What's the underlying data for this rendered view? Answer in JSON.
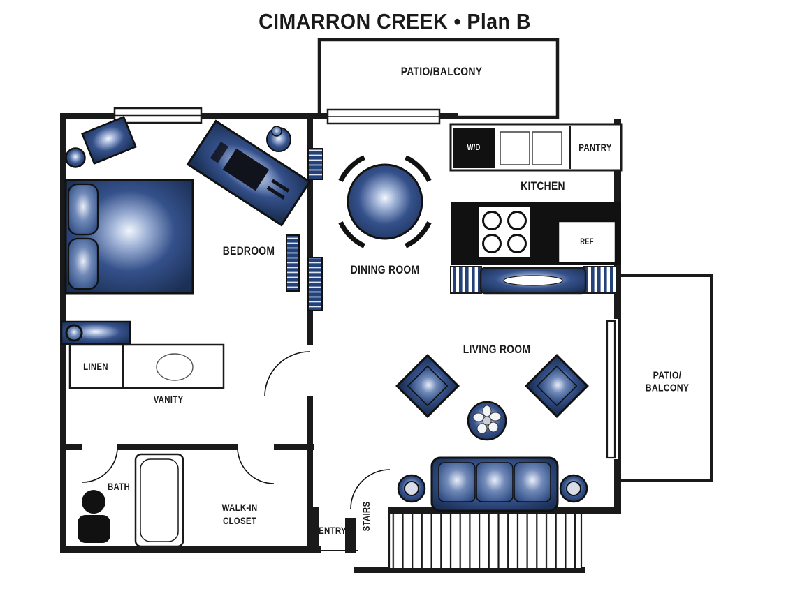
{
  "title": "CIMARRON CREEK • Plan B",
  "rooms": {
    "bedroom": "BEDROOM",
    "dining": "DINING ROOM",
    "kitchen": "KITCHEN",
    "living": "LIVING ROOM",
    "bath": "BATH",
    "vanity": "VANITY",
    "linen": "LINEN",
    "pantry": "PANTRY",
    "walkin_line1": "WALK-IN",
    "walkin_line2": "CLOSET",
    "entry": "ENTRY",
    "stairs": "STAIRS",
    "patio_top": "PATIO/BALCONY",
    "patio_right_line1": "PATIO/",
    "patio_right_line2": "BALCONY",
    "washer_dryer": "W/D",
    "refrigerator": "REF"
  },
  "colors": {
    "accent_navy": "#24427a",
    "furniture_highlight": "#eef3fb",
    "wall_black": "#1a1a1a",
    "background": "#ffffff"
  }
}
